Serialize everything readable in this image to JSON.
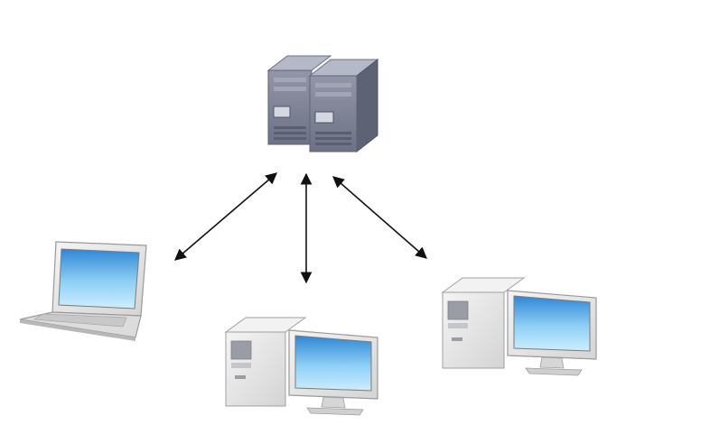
{
  "diagram": {
    "type": "client-server network",
    "nodes": [
      {
        "id": "server",
        "icon": "server-rack-icon"
      },
      {
        "id": "laptop",
        "icon": "laptop-icon"
      },
      {
        "id": "desktop-center",
        "icon": "desktop-computer-icon"
      },
      {
        "id": "desktop-right",
        "icon": "desktop-computer-icon"
      }
    ],
    "connections": [
      {
        "from": "server",
        "to": "laptop",
        "direction": "bidirectional"
      },
      {
        "from": "server",
        "to": "desktop-center",
        "direction": "bidirectional"
      },
      {
        "from": "server",
        "to": "desktop-right",
        "direction": "bidirectional"
      }
    ],
    "colors": {
      "server_body": "#7d8296",
      "server_side": "#5e6275",
      "device_shell": "#e6e6e6",
      "device_outline": "#9a9a9a",
      "screen": "#8fd0f5",
      "arrow": "#111111"
    }
  }
}
